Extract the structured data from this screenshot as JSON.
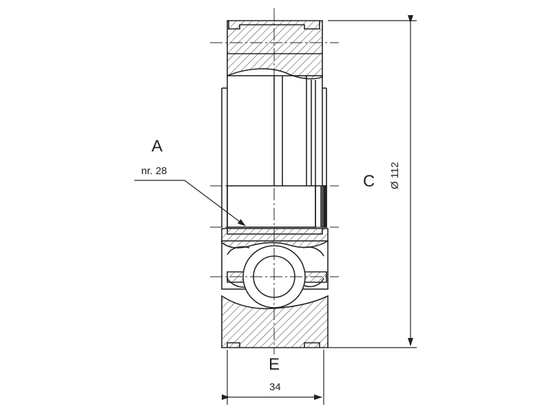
{
  "labels": {
    "a": "A",
    "nr": "nr. 28",
    "c": "C",
    "e": "E",
    "width_dim": "34",
    "diameter_dim": "Ø 112"
  },
  "colors": {
    "line": "#222222",
    "hatch": "#333333",
    "background": "#ffffff"
  }
}
